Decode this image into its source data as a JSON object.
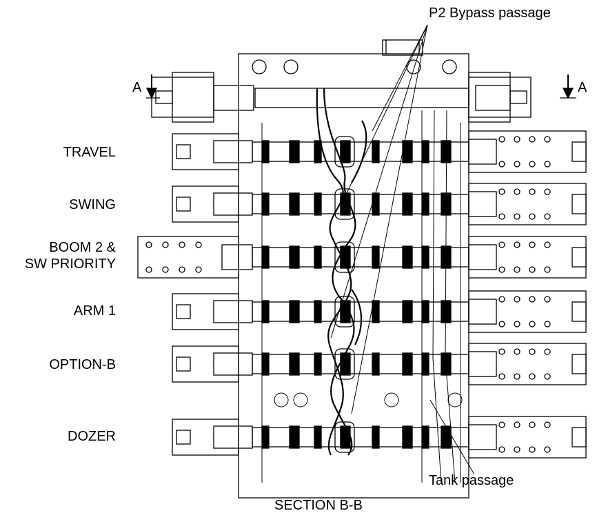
{
  "callouts": {
    "bypass": "P2 Bypass passage",
    "tank": "Tank passage",
    "section": "SECTION  B-B"
  },
  "section_marks": {
    "left": "A",
    "right": "A"
  },
  "spool_labels": [
    {
      "id": "travel",
      "text": "TRAVEL"
    },
    {
      "id": "swing",
      "text": "SWING"
    },
    {
      "id": "boom2_line1",
      "text": "BOOM 2 &"
    },
    {
      "id": "boom2_line2",
      "text": "SW PRIORITY"
    },
    {
      "id": "arm1",
      "text": "ARM 1"
    },
    {
      "id": "optionb",
      "text": "OPTION-B"
    },
    {
      "id": "dozer",
      "text": "DOZER"
    }
  ],
  "colors": {
    "line": "#000000",
    "background": "#ffffff"
  }
}
